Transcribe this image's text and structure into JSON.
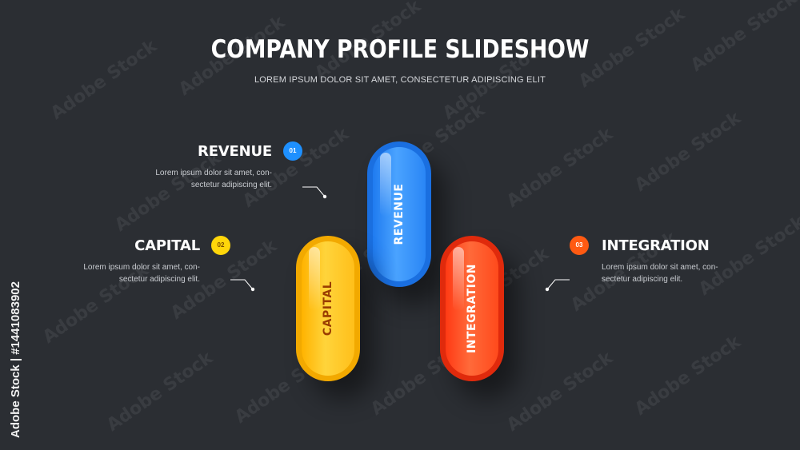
{
  "header": {
    "title": "COMPANY PROFILE SLIDESHOW",
    "subtitle": "LOREM IPSUM DOLOR SIT AMET, CONSECTETUR ADIPISCING ELIT"
  },
  "items": [
    {
      "number": "01",
      "heading": "REVENUE",
      "body_line1": "Lorem ipsum dolor sit amet, con-",
      "body_line2": "sectetur adipiscing elit.",
      "pill_label": "REVENUE",
      "color": "#1e90ff"
    },
    {
      "number": "02",
      "heading": "CAPITAL",
      "body_line1": "Lorem ipsum dolor sit amet, con-",
      "body_line2": "sectetur adipiscing elit.",
      "pill_label": "CAPITAL",
      "color": "#ffbe0b"
    },
    {
      "number": "03",
      "heading": "INTEGRATION",
      "body_line1": "Lorem ipsum dolor sit amet, con-",
      "body_line2": "sectetur adipiscing elit.",
      "pill_label": "INTEGRATION",
      "color": "#ff3d14"
    }
  ],
  "watermark": {
    "id_text": "Adobe Stock | #1441083902",
    "repeat_text": "Adobe Stock"
  }
}
